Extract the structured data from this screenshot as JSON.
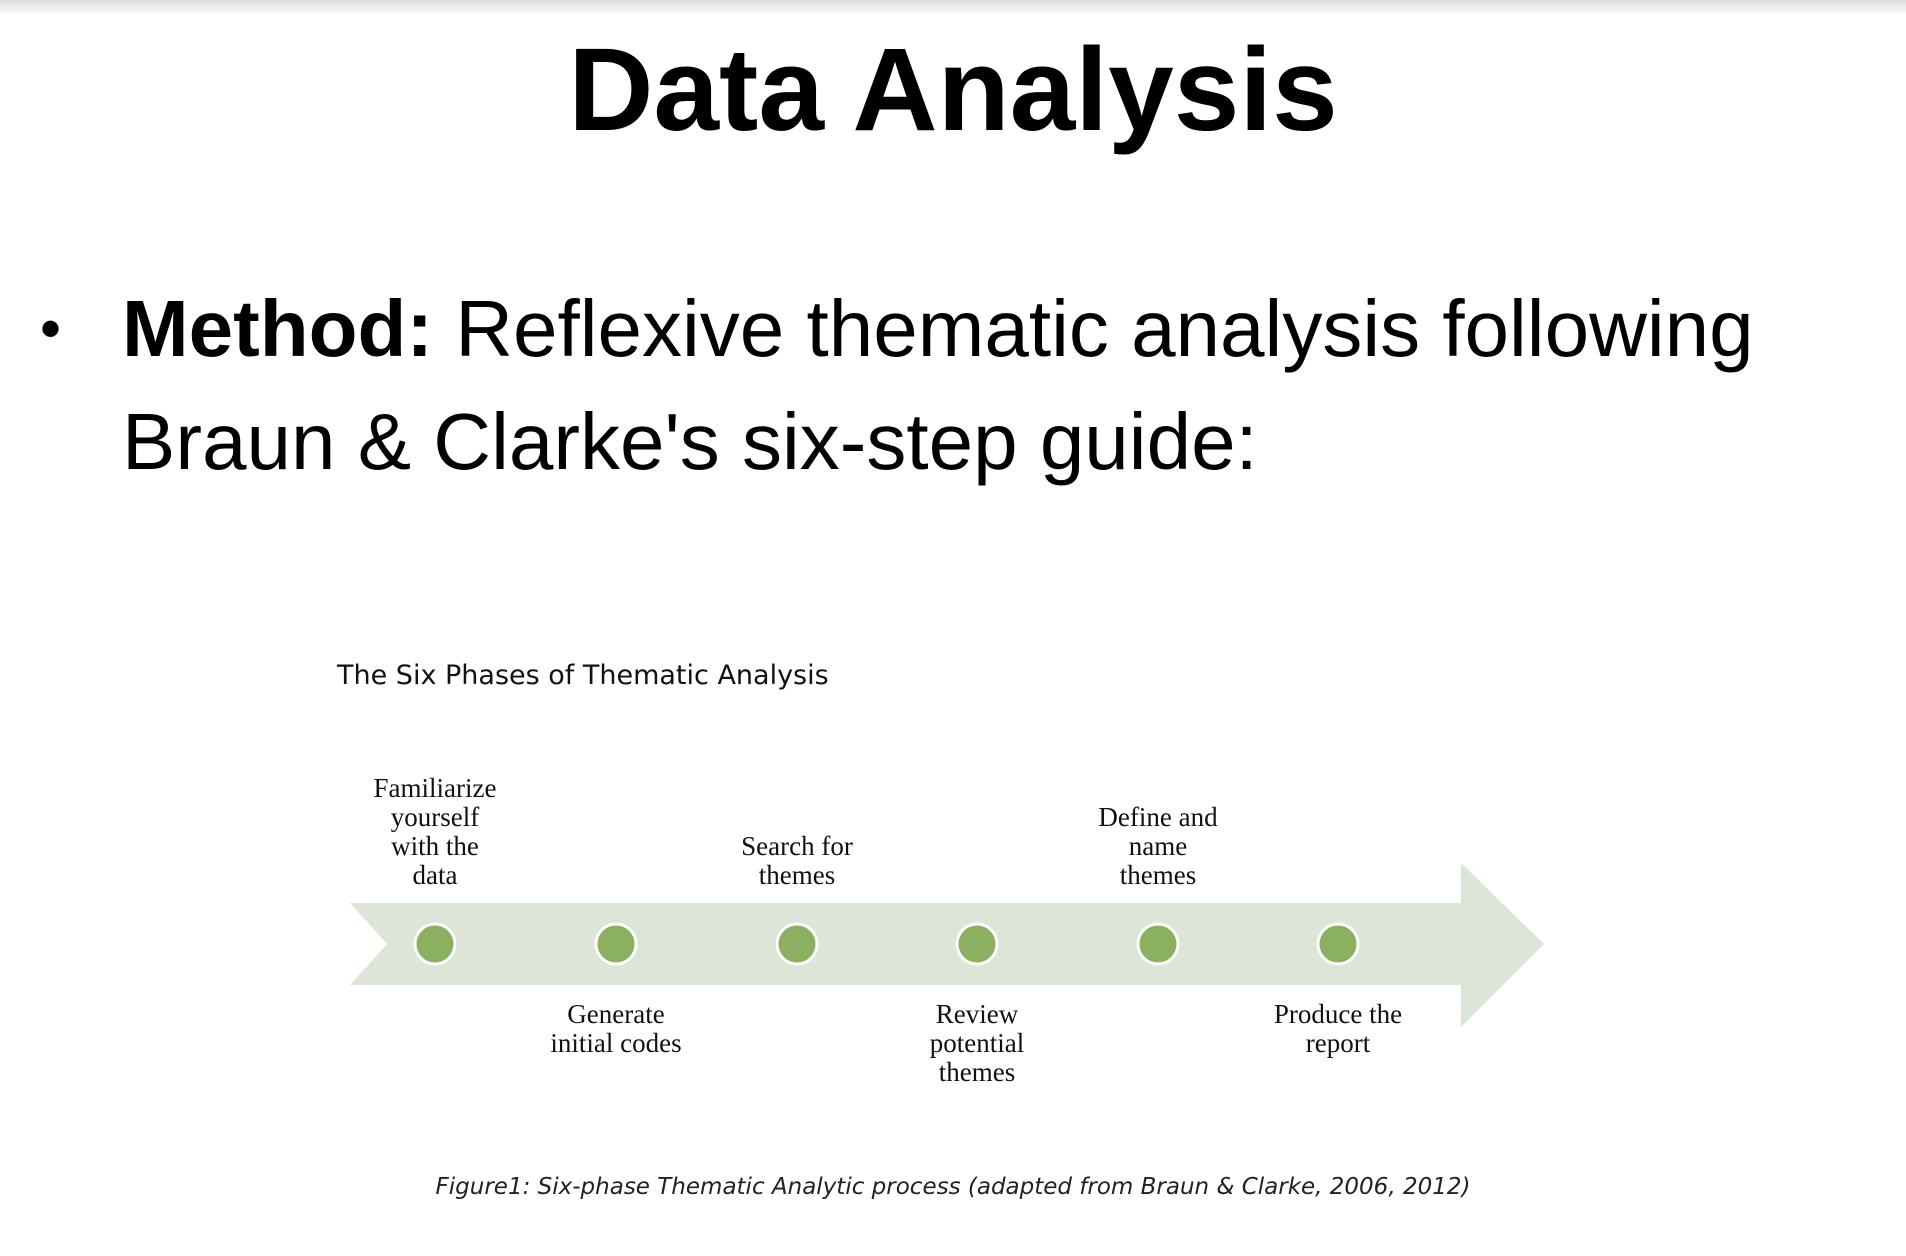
{
  "slide": {
    "title": "Data Analysis",
    "bullet": {
      "label": "Method:",
      "text": " Reflexive thematic analysis following Braun & Clarke's six-step guide:"
    },
    "figure": {
      "title": "The Six Phases of Thematic Analysis",
      "phases": [
        {
          "label": "Familiarize yourself with the data",
          "position": "above"
        },
        {
          "label": "Generate initial codes",
          "position": "below"
        },
        {
          "label": "Search for themes",
          "position": "above"
        },
        {
          "label": "Review potential themes",
          "position": "below"
        },
        {
          "label": "Define and name themes",
          "position": "above"
        },
        {
          "label": "Produce the report",
          "position": "below"
        }
      ],
      "caption": "Figure1: Six-phase Thematic Analytic process (adapted from Braun & Clarke, 2006, 2012)",
      "colors": {
        "arrow": "#dde5d6",
        "node": "#8bb05f"
      }
    }
  }
}
